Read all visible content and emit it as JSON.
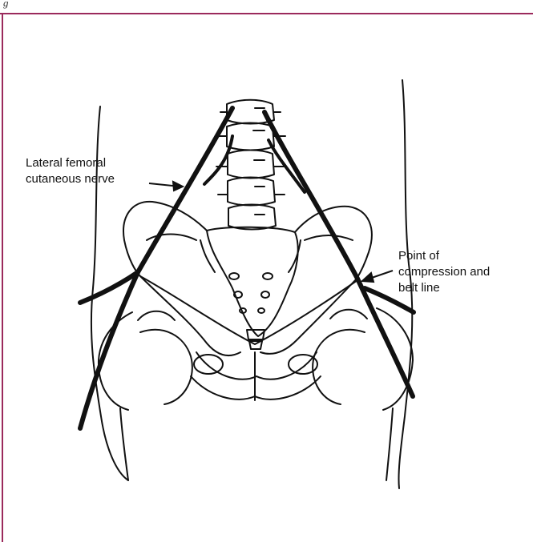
{
  "figure": {
    "caption_fragment": "g"
  },
  "labels": {
    "nerve_line1": "Lateral femoral",
    "nerve_line2": "cutaneous nerve",
    "compression_line1": "Point of",
    "compression_line2": "compression and",
    "compression_line3": "belt line"
  },
  "colors": {
    "frame": "#9b2a5c",
    "ink": "#111111"
  },
  "icons": {
    "nerve_pointer": "arrow-right-icon",
    "compression_pointer": "arrow-left-icon"
  }
}
